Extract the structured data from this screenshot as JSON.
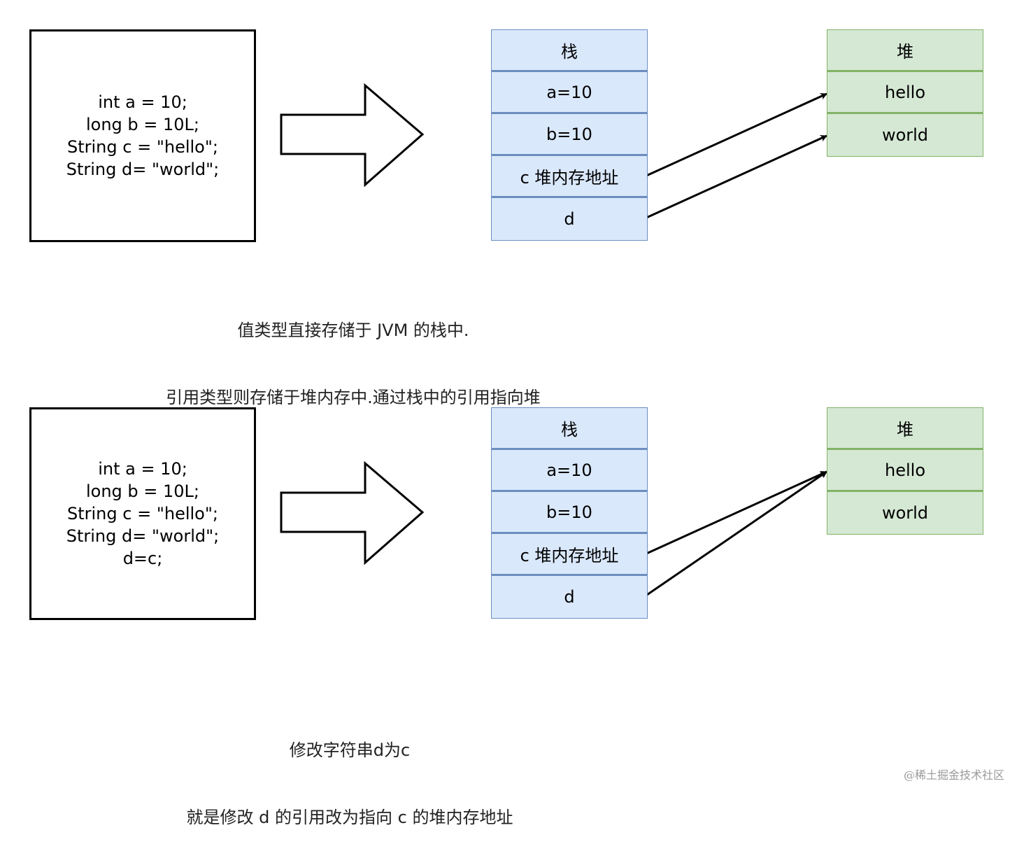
{
  "colors": {
    "stack_fill": "#dae8fc",
    "stack_stroke": "#6c8ebf",
    "heap_fill": "#d5e8d4",
    "heap_stroke": "#82b366",
    "line": "#000000"
  },
  "top": {
    "code_lines": [
      "int a = 10;",
      "long b = 10L;",
      "String c = \"hello\";",
      "String d= \"world\";"
    ],
    "stack": {
      "title": "栈",
      "cells": [
        "a=10",
        "b=10",
        "c 堆内存地址",
        "d"
      ]
    },
    "heap": {
      "title": "堆",
      "cells": [
        "hello",
        "world"
      ]
    },
    "caption_lines": [
      "值类型直接存储于 JVM 的栈中.",
      "引用类型则存储于堆内存中.通过栈中的引用指向堆"
    ]
  },
  "bottom": {
    "code_lines": [
      "int a = 10;",
      "long b = 10L;",
      "String c = \"hello\";",
      "String d= \"world\";",
      "d=c;"
    ],
    "stack": {
      "title": "栈",
      "cells": [
        "a=10",
        "b=10",
        "c 堆内存地址",
        "d"
      ]
    },
    "heap": {
      "title": "堆",
      "cells": [
        "hello",
        "world"
      ]
    },
    "caption_lines": [
      "修改字符串d为c",
      "就是修改 d 的引用改为指向 c 的堆内存地址"
    ]
  },
  "watermark": "@稀土掘金技术社区"
}
